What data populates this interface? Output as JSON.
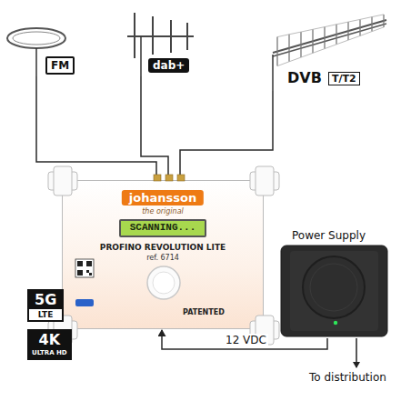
{
  "diagram": {
    "nodes": [
      {
        "text": [
          "FM"
        ]
      },
      {
        "text": [
          "dab+"
        ]
      },
      {
        "text": [
          "DVB",
          "T/T2"
        ]
      },
      {
        "text": [
          "johansson",
          "the original",
          "PROFINO REVOLUTION LITE",
          "ref. 6714",
          "PATENTED"
        ]
      },
      {
        "text": [
          "SCANNING..."
        ],
        "in": 3
      },
      {
        "text": [
          "5G",
          "LTE"
        ]
      },
      {
        "text": [
          "4K",
          "ULTRA HD"
        ]
      },
      {
        "text": [
          "Power Supply"
        ]
      }
    ],
    "edges": [
      {
        "from": 0,
        "to": 3,
        "arrow": "none"
      },
      {
        "from": 1,
        "to": 3,
        "arrow": "none"
      },
      {
        "from": 2,
        "to": 3,
        "arrow": "none"
      },
      {
        "from": 7,
        "to": 3,
        "label": "12 VDC",
        "arrow": "to"
      }
    ],
    "labels": [
      "To distribution"
    ]
  }
}
